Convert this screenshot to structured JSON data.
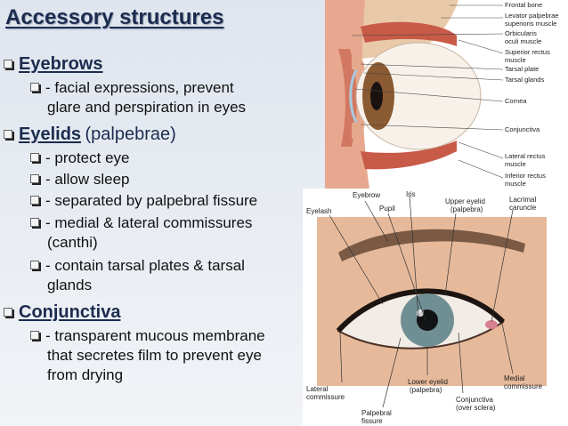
{
  "slide": {
    "title": "Accessory structures"
  },
  "bullets": {
    "eyebrows": {
      "heading": "Eyebrows",
      "points": [
        "- facial expressions, prevent",
        "glare and perspiration in eyes"
      ]
    },
    "eyelids": {
      "heading": "Eyelids",
      "heading_extra": "(palpebrae)",
      "points": [
        "- protect eye",
        "- allow sleep",
        "- separated by palpebral fissure",
        "- medial & lateral commissures",
        "(canthi)",
        "- contain tarsal plates & tarsal",
        "glands"
      ]
    },
    "conjunctiva": {
      "heading": "Conjunctiva",
      "points": [
        "- transparent mucous membrane",
        "that secretes film to prevent eye",
        "from drying"
      ]
    }
  },
  "figure_top": {
    "labels": {
      "frontal_bone": "Frontal bone",
      "levator_1": "Levator palpebrae",
      "levator_2": "superioris muscle",
      "orbicularis_1": "Orbicularis",
      "orbicularis_2": "oculi muscle",
      "superior_rectus_1": "Superior rectus",
      "superior_rectus_2": "muscle",
      "tarsal_plate": "Tarsal plate",
      "tarsal_glands": "Tarsal glands",
      "cornea": "Cornea",
      "conjunctiva": "Conjunctiva",
      "lateral_rectus_1": "Lateral rectus",
      "lateral_rectus_2": "muscle",
      "inferior_rectus_1": "Inferior rectus",
      "inferior_rectus_2": "muscle"
    }
  },
  "figure_bottom": {
    "labels": {
      "eyebrow": "Eyebrow",
      "iris": "Iris",
      "eyelash": "Eyelash",
      "pupil": "Pupil",
      "upper_eyelid_1": "Upper eyelid",
      "upper_eyelid_2": "(palpebra)",
      "lacrimal_1": "Lacrimal",
      "lacrimal_2": "caruncle",
      "medial_1": "Medial",
      "medial_2": "commissure",
      "lateral_1": "Lateral",
      "lateral_2": "commissure",
      "lower_eyelid_1": "Lower eyelid",
      "lower_eyelid_2": "(palpebra)",
      "conj_1": "Conjunctiva",
      "conj_2": "(over sclera)",
      "fissure_1": "Palpebral",
      "fissure_2": "fissure"
    }
  },
  "colors": {
    "title": "#1b2c4f",
    "background": "#e4e9f0",
    "muscle": "#c85a48",
    "skin": "#e8b89a",
    "iris": "#6f8f94"
  }
}
